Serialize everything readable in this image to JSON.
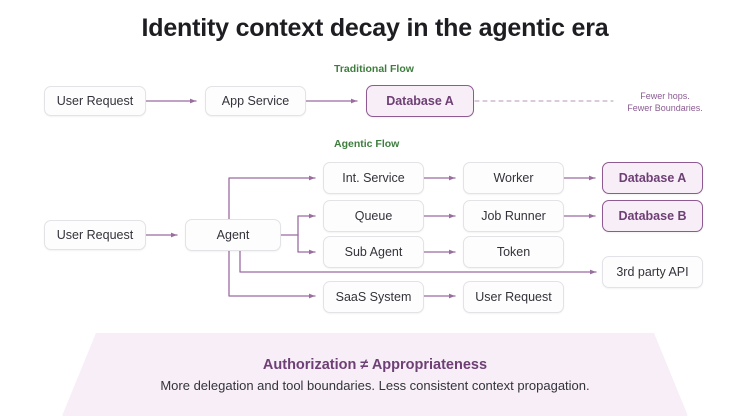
{
  "page": {
    "title": "Identity context decay in the agentic era",
    "accent_purple": "#8e5a91",
    "accent_green": "#3f7d3f",
    "node_fill": "#fdfdfd",
    "db_fill": "#f7eef7",
    "banner_fill": "#f7eef7"
  },
  "traditional": {
    "label": "Traditional Flow",
    "nodes": [
      {
        "id": "trad-user-request",
        "label": "User Request",
        "kind": "plain"
      },
      {
        "id": "trad-app-service",
        "label": "App Service",
        "kind": "plain"
      },
      {
        "id": "trad-database-a",
        "label": "Database A",
        "kind": "db"
      }
    ],
    "note_line1": "Fewer hops.",
    "note_line2": "Fewer Boundaries."
  },
  "agentic": {
    "label": "Agentic Flow",
    "entry": {
      "id": "agentic-user-request",
      "label": "User Request",
      "kind": "plain"
    },
    "agent": {
      "id": "agentic-agent",
      "label": "Agent",
      "kind": "plain"
    },
    "rows": [
      {
        "id": "row-int-service",
        "mid": {
          "id": "node-int-service",
          "label": "Int. Service",
          "kind": "plain"
        },
        "next": {
          "id": "node-worker",
          "label": "Worker",
          "kind": "plain"
        },
        "end": {
          "id": "node-database-a",
          "label": "Database A",
          "kind": "db"
        }
      },
      {
        "id": "row-queue",
        "mid": {
          "id": "node-queue",
          "label": "Queue",
          "kind": "plain"
        },
        "next": {
          "id": "node-job-runner",
          "label": "Job Runner",
          "kind": "plain"
        },
        "end": {
          "id": "node-database-b",
          "label": "Database B",
          "kind": "db"
        }
      },
      {
        "id": "row-sub-agent",
        "mid": {
          "id": "node-sub-agent",
          "label": "Sub Agent",
          "kind": "plain"
        },
        "next": {
          "id": "node-token",
          "label": "Token",
          "kind": "plain"
        },
        "end": null
      },
      {
        "id": "row-saas",
        "mid": {
          "id": "node-saas-system",
          "label": "SaaS System",
          "kind": "plain"
        },
        "next": {
          "id": "node-user-request-2",
          "label": "User Request",
          "kind": "plain"
        },
        "end": null
      }
    ],
    "direct": {
      "id": "node-3rd-party-api",
      "label": "3rd party API",
      "kind": "plain"
    }
  },
  "banner": {
    "title": "Authorization ≠ Appropriateness",
    "subtitle": "More delegation and tool boundaries. Less consistent context propagation."
  }
}
